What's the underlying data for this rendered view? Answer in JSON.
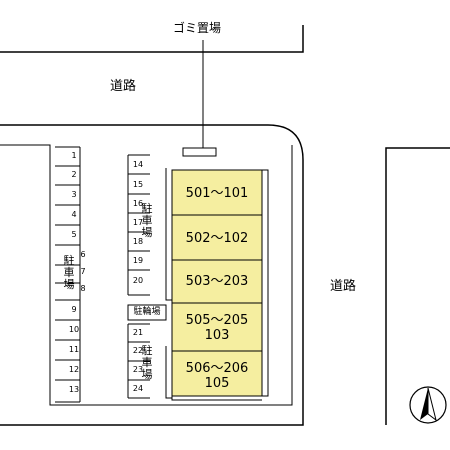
{
  "map": {
    "labels": {
      "garbage": "ゴミ置場",
      "road_top": "道路",
      "road_right": "道路",
      "parking": "駐車場",
      "bicycle_parking": "駐輪場"
    },
    "parking_left_column": [
      "1",
      "2",
      "3",
      "4",
      "5",
      "6",
      "7",
      "8",
      "9",
      "10",
      "11",
      "12",
      "13"
    ],
    "parking_mid_column_top": [
      "14",
      "15",
      "16",
      "17",
      "18",
      "19",
      "20"
    ],
    "parking_mid_column_bottom": [
      "21",
      "22",
      "23",
      "24"
    ],
    "units": [
      {
        "line1": "501～101",
        "line2": ""
      },
      {
        "line1": "502～102",
        "line2": ""
      },
      {
        "line1": "503～203",
        "line2": ""
      },
      {
        "line1": "505～205",
        "line2": "103"
      },
      {
        "line1": "506～206",
        "line2": "105"
      }
    ],
    "colors": {
      "building_fill": "#f5eea0",
      "line": "#000000",
      "background": "#ffffff"
    },
    "icons": [
      "north-arrow-icon"
    ]
  }
}
